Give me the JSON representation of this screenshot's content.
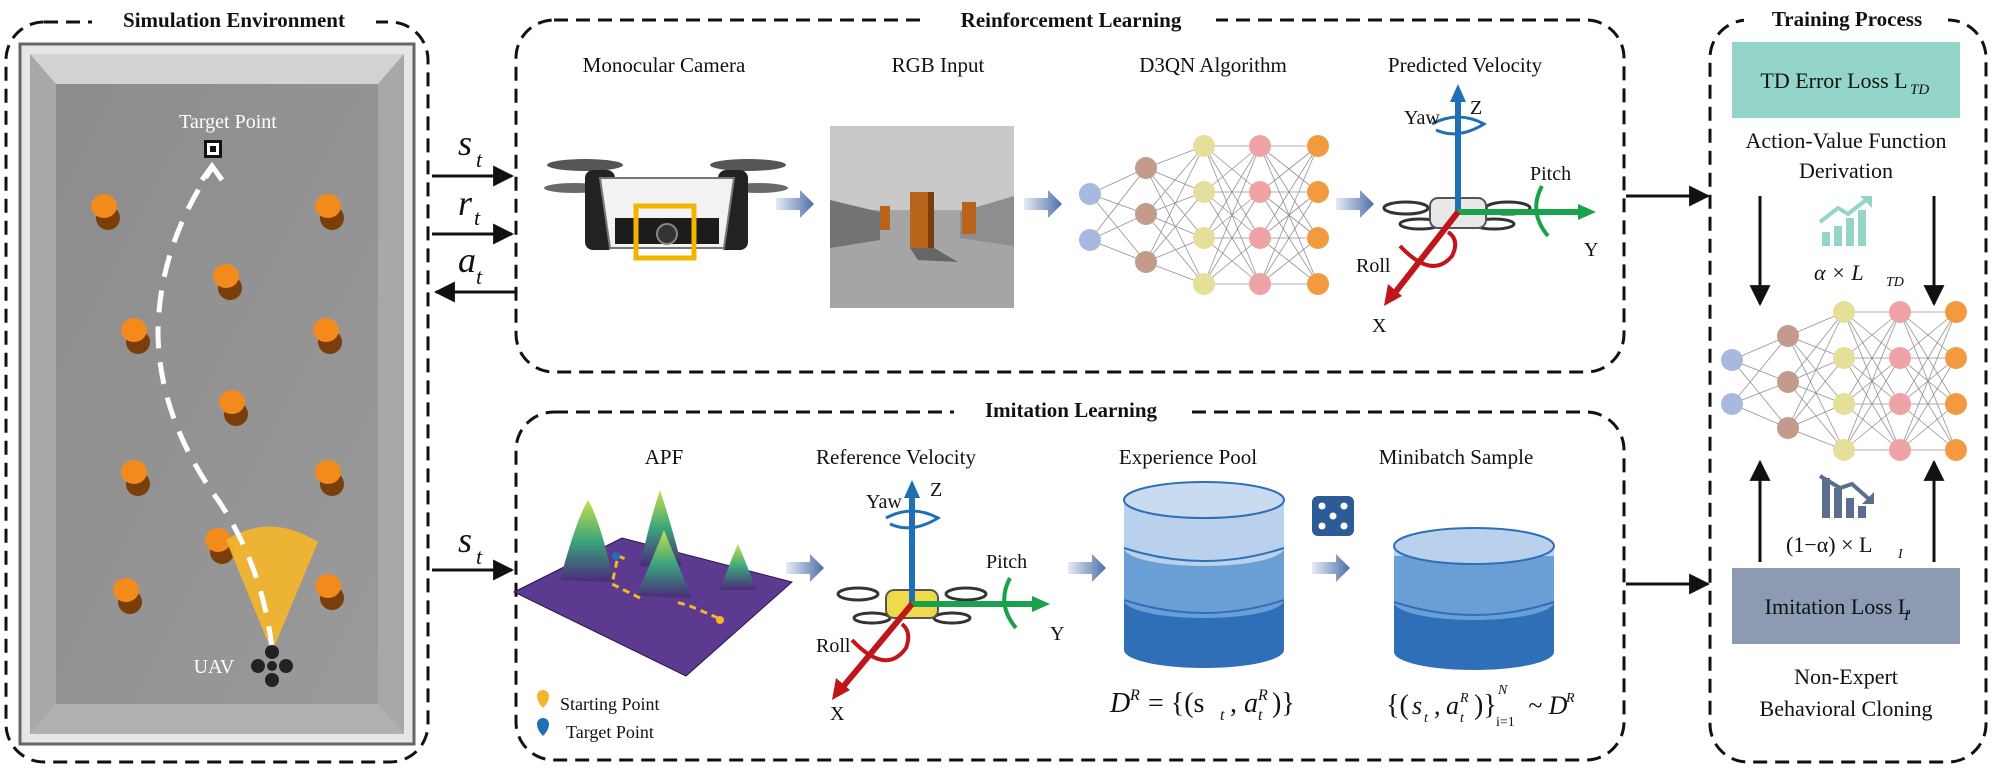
{
  "sim": {
    "title": "Simulation Environment",
    "target_label": "Target Point",
    "uav_label": "UAV"
  },
  "rl": {
    "title": "Reinforcement Learning",
    "col1": "Monocular Camera",
    "col2": "RGB Input",
    "col3": "D3QN Algorithm",
    "col4": "Predicted Velocity"
  },
  "il": {
    "title": "Imitation Learning",
    "col1": "APF",
    "col2": "Reference Velocity",
    "col3": "Experience Pool",
    "col4": "Minibatch Sample",
    "legend_start": "Starting Point",
    "legend_target": "Target Point"
  },
  "axes": {
    "yaw": "Yaw",
    "z": "Z",
    "pitch": "Pitch",
    "y": "Y",
    "roll": "Roll",
    "x": "X"
  },
  "signals": {
    "s": "s",
    "r": "r",
    "a": "a",
    "sub": "t"
  },
  "formulas": {
    "pool_lhs": "D",
    "pool_sup": "R",
    "pool_eq": "= {(s",
    "mb_N": "N",
    "mb_i": "i=1",
    "mb_tail": "~ D"
  },
  "train": {
    "title": "Training Process",
    "td_box": "TD Error Loss L",
    "td_sub": "TD",
    "avf1": "Action-Value Function",
    "avf2": "Derivation",
    "alpha_td": "α × L",
    "alpha_sub": "TD",
    "one_minus": "(1−α) × L",
    "one_minus_sub": "I",
    "imit_box": "Imitation Loss L",
    "imit_sub": "I",
    "nebc1": "Non-Expert",
    "nebc2": "Behavioral Cloning"
  },
  "colors": {
    "orange": "#f28a1c",
    "pathWhite": "#ffffff",
    "teal": "#93d5c9",
    "slate": "#8c9bb2",
    "blue": "#1f6fb5",
    "green": "#18a24a",
    "red": "#c0151a",
    "cone": "#f3b52b"
  }
}
